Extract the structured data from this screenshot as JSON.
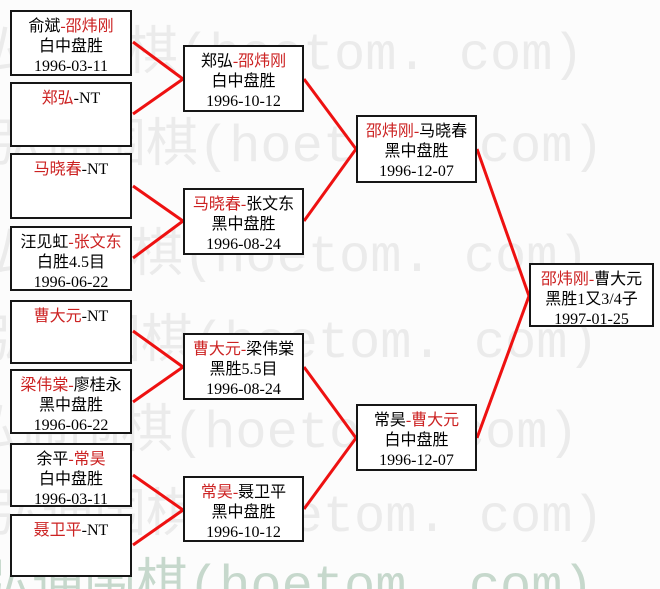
{
  "site": {
    "watermark_text": "弘通围棋(hoetom. com)",
    "watermark_color_gray": "#ebebeb",
    "watermark_color_green": "#c6d8cc"
  },
  "ui": {
    "name_separator": "-"
  },
  "colors": {
    "connector_red": "#ee1111",
    "winner_name_red": "#cc2222",
    "box_border": "#161616",
    "background": "#fcfcfc"
  },
  "bracket": {
    "rounds": [
      {
        "matches": [
          {
            "player1": "俞斌",
            "player2": "邵炜刚",
            "winner": "player2",
            "result": "白中盘胜",
            "date": "1996-03-11"
          },
          {
            "player1": "郑弘",
            "player2": "NT",
            "winner": "player1",
            "result": "",
            "date": ""
          },
          {
            "player1": "马晓春",
            "player2": "NT",
            "winner": "player1",
            "result": "",
            "date": ""
          },
          {
            "player1": "汪见虹",
            "player2": "张文东",
            "winner": "player2",
            "result": "白胜4.5目",
            "date": "1996-06-22"
          },
          {
            "player1": "曹大元",
            "player2": "NT",
            "winner": "player1",
            "result": "",
            "date": ""
          },
          {
            "player1": "梁伟棠",
            "player2": "廖桂永",
            "winner": "player1",
            "result": "黑中盘胜",
            "date": "1996-06-22"
          },
          {
            "player1": "余平",
            "player2": "常昊",
            "winner": "player2",
            "result": "白中盘胜",
            "date": "1996-03-11"
          },
          {
            "player1": "聂卫平",
            "player2": "NT",
            "winner": "player1",
            "result": "",
            "date": ""
          }
        ]
      },
      {
        "matches": [
          {
            "player1": "郑弘",
            "player2": "邵炜刚",
            "winner": "player2",
            "result": "白中盘胜",
            "date": "1996-10-12"
          },
          {
            "player1": "马晓春",
            "player2": "张文东",
            "winner": "player1",
            "result": "黑中盘胜",
            "date": "1996-08-24"
          },
          {
            "player1": "曹大元",
            "player2": "梁伟棠",
            "winner": "player1",
            "result": "黑胜5.5目",
            "date": "1996-08-24"
          },
          {
            "player1": "常昊",
            "player2": "聂卫平",
            "winner": "player1",
            "result": "黑中盘胜",
            "date": "1996-10-12"
          }
        ]
      },
      {
        "matches": [
          {
            "player1": "邵炜刚",
            "player2": "马晓春",
            "winner": "player1",
            "result": "黑中盘胜",
            "date": "1996-12-07"
          },
          {
            "player1": "常昊",
            "player2": "曹大元",
            "winner": "player2",
            "result": "白中盘胜",
            "date": "1996-12-07"
          }
        ]
      },
      {
        "matches": [
          {
            "player1": "邵炜刚",
            "player2": "曹大元",
            "winner": "player1",
            "result": "黑胜1又3/4子",
            "date": "1997-01-25"
          }
        ]
      }
    ]
  }
}
